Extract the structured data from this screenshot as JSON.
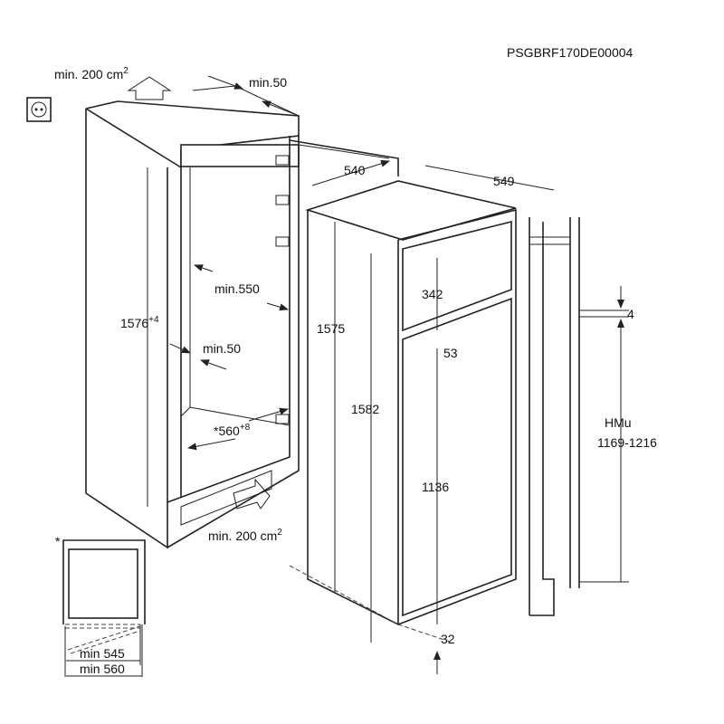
{
  "code": "PSGBRF170DE00004",
  "vent_top": {
    "label": "min. 200 cm",
    "sup": "2"
  },
  "vent_bottom": {
    "label": "min. 200 cm",
    "sup": "2"
  },
  "top_gap": "min.50",
  "side_gap": "min.50",
  "niche_height": {
    "value": "1576",
    "tol": "+4"
  },
  "niche_depth": "min.550",
  "niche_width": {
    "value": "*560",
    "tol": "+8"
  },
  "door_width": "540",
  "appliance_depth": "549",
  "appliance_height_body": "1575",
  "appliance_height_total": "1582",
  "freezer_door": "342",
  "door_gap": "53",
  "fridge_door": "1136",
  "bottom_offset": "32",
  "furniture_gap": "4",
  "hmu": {
    "label": "HMu",
    "range": "1169-1216"
  },
  "plan_view": {
    "asterisk": "*",
    "min_inner": "min 545",
    "min_outer": "min 560"
  }
}
